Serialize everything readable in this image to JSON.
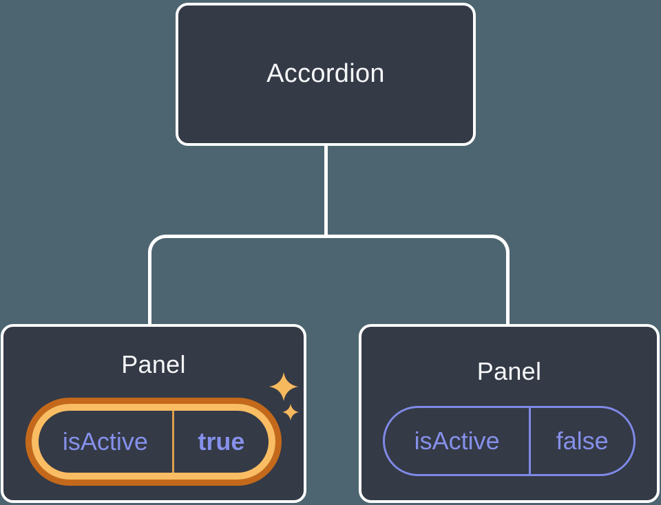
{
  "diagram": {
    "description": "React component tree showing state: Accordion parent with two Panel children",
    "root": {
      "label": "Accordion"
    },
    "panels": [
      {
        "label": "Panel",
        "prop_name": "isActive",
        "prop_value": "true",
        "state": "active"
      },
      {
        "label": "Panel",
        "prop_name": "isActive",
        "prop_value": "false",
        "state": "inactive"
      }
    ]
  },
  "colors": {
    "canvas_background": "#4D6570",
    "node_fill": "#343A46",
    "node_border": "#FFFFFF",
    "connector_line": "#FFFFFF",
    "title_text": "#F6F7F9",
    "prop_text": "#8690EA",
    "inactive_pill_border": "#7F89E6",
    "active_ring_outer": "#C4691B",
    "active_ring_inner": "#FABD63",
    "active_divider": "#DDA04E",
    "sparkle": "#F7B95E"
  },
  "icons": {
    "sparkle": "four-point star burst, orange"
  }
}
